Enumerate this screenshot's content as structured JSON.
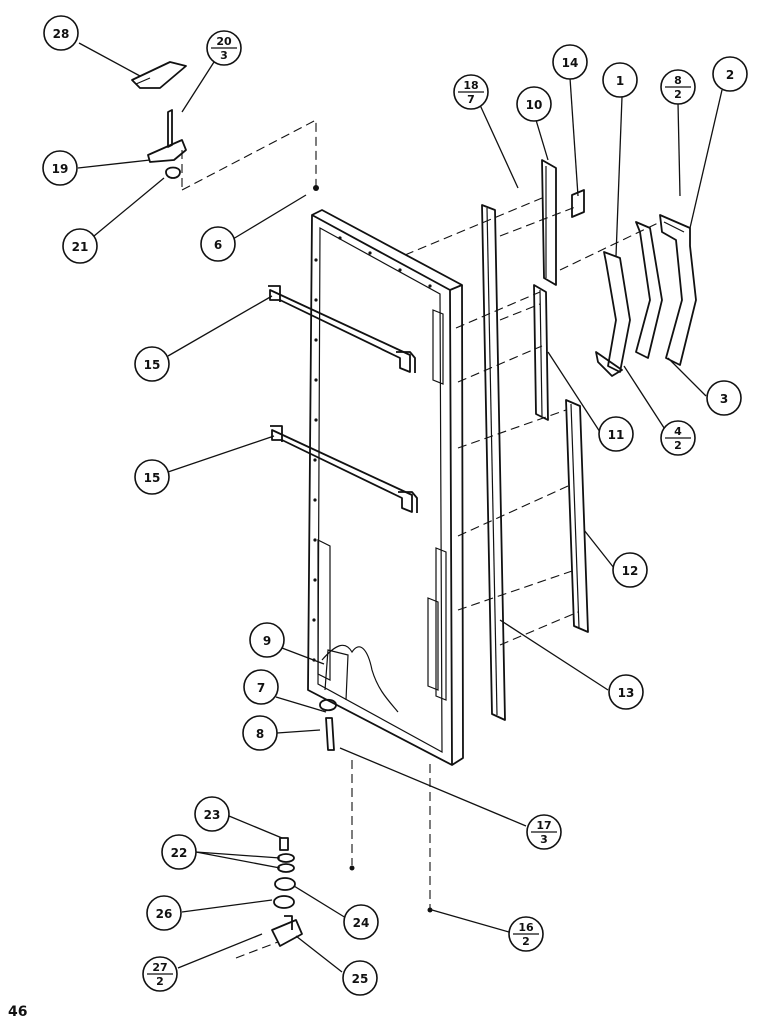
{
  "page_number": "46",
  "callouts": [
    {
      "id": "c28",
      "num": "28",
      "den": ""
    },
    {
      "id": "c20-3",
      "num": "20",
      "den": "3"
    },
    {
      "id": "c19",
      "num": "19",
      "den": ""
    },
    {
      "id": "c21",
      "num": "21",
      "den": ""
    },
    {
      "id": "c6",
      "num": "6",
      "den": ""
    },
    {
      "id": "c15a",
      "num": "15",
      "den": ""
    },
    {
      "id": "c15b",
      "num": "15",
      "den": ""
    },
    {
      "id": "c18-7",
      "num": "18",
      "den": "7"
    },
    {
      "id": "c10",
      "num": "10",
      "den": ""
    },
    {
      "id": "c14",
      "num": "14",
      "den": ""
    },
    {
      "id": "c1",
      "num": "1",
      "den": ""
    },
    {
      "id": "c8-2",
      "num": "8",
      "den": "2"
    },
    {
      "id": "c2",
      "num": "2",
      "den": ""
    },
    {
      "id": "c3",
      "num": "3",
      "den": ""
    },
    {
      "id": "c4-2",
      "num": "4",
      "den": "2"
    },
    {
      "id": "c11",
      "num": "11",
      "den": ""
    },
    {
      "id": "c12",
      "num": "12",
      "den": ""
    },
    {
      "id": "c13",
      "num": "13",
      "den": ""
    },
    {
      "id": "c9",
      "num": "9",
      "den": ""
    },
    {
      "id": "c7",
      "num": "7",
      "den": ""
    },
    {
      "id": "c8",
      "num": "8",
      "den": ""
    },
    {
      "id": "c17-3",
      "num": "17",
      "den": "3"
    },
    {
      "id": "c23",
      "num": "23",
      "den": ""
    },
    {
      "id": "c22",
      "num": "22",
      "den": ""
    },
    {
      "id": "c26",
      "num": "26",
      "den": ""
    },
    {
      "id": "c24",
      "num": "24",
      "den": ""
    },
    {
      "id": "c16-2",
      "num": "16",
      "den": "2"
    },
    {
      "id": "c27-2",
      "num": "27",
      "den": "2"
    },
    {
      "id": "c25",
      "num": "25",
      "den": ""
    }
  ]
}
